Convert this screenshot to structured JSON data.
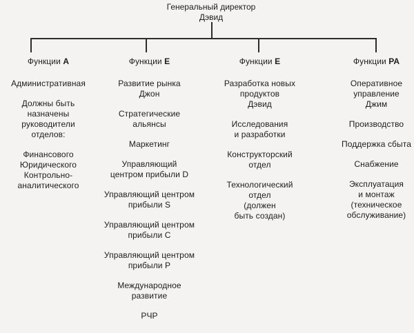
{
  "diagram": {
    "type": "org-chart",
    "root": {
      "title_line1": "Генеральный директор",
      "title_line2": "Дэвид"
    },
    "columns": [
      {
        "header_prefix": "Функции",
        "header_code": "А",
        "items": [
          {
            "lines": [
              "Административная"
            ]
          },
          {
            "lines": [
              "Должны быть",
              "назначены",
              "руководители",
              "отделов:"
            ]
          },
          {
            "lines": [
              "Финансового",
              "Юридического",
              "Контрольно-",
              "аналитического"
            ]
          }
        ]
      },
      {
        "header_prefix": "Функции",
        "header_code": "Е",
        "items": [
          {
            "lines": [
              "Развитие рынка",
              "Джон"
            ]
          },
          {
            "lines": [
              "Стратегические",
              "альянсы"
            ]
          },
          {
            "lines": [
              "Маркетинг"
            ]
          },
          {
            "lines": [
              "Управляющий",
              "центром прибыли D"
            ]
          },
          {
            "lines": [
              "Управляющий центром",
              "прибыли S"
            ]
          },
          {
            "lines": [
              "Управляющий центром",
              "прибыли C"
            ]
          },
          {
            "lines": [
              "Управляющий центром",
              "прибыли P"
            ]
          },
          {
            "lines": [
              "Международное",
              "развитие"
            ]
          },
          {
            "lines": [
              "РЧР"
            ]
          }
        ]
      },
      {
        "header_prefix": "Функции",
        "header_code": "Е",
        "items": [
          {
            "lines": [
              "Разработка новых",
              "продуктов",
              "Дэвид"
            ]
          },
          {
            "lines": [
              "Исследования",
              "и разработки"
            ]
          },
          {
            "lines": [
              "Конструкторский",
              "отдел"
            ]
          },
          {
            "lines": [
              "Технологический",
              "отдел",
              "(должен",
              "быть создан)"
            ]
          }
        ]
      },
      {
        "header_prefix": "Функции",
        "header_code": "РА",
        "items": [
          {
            "lines": [
              "Оперативное",
              "управление",
              "Джим"
            ]
          },
          {
            "lines": [
              "Производство"
            ]
          },
          {
            "lines": [
              "Поддержка сбыта"
            ]
          },
          {
            "lines": [
              "Снабжение"
            ]
          },
          {
            "lines": [
              "Эксплуатация",
              "и монтаж",
              "(техническое",
              "обслуживание)"
            ]
          }
        ]
      }
    ],
    "colors": {
      "background": "#f4f3f1",
      "ink": "#2b2b29",
      "text": "#1c1c1a"
    }
  }
}
